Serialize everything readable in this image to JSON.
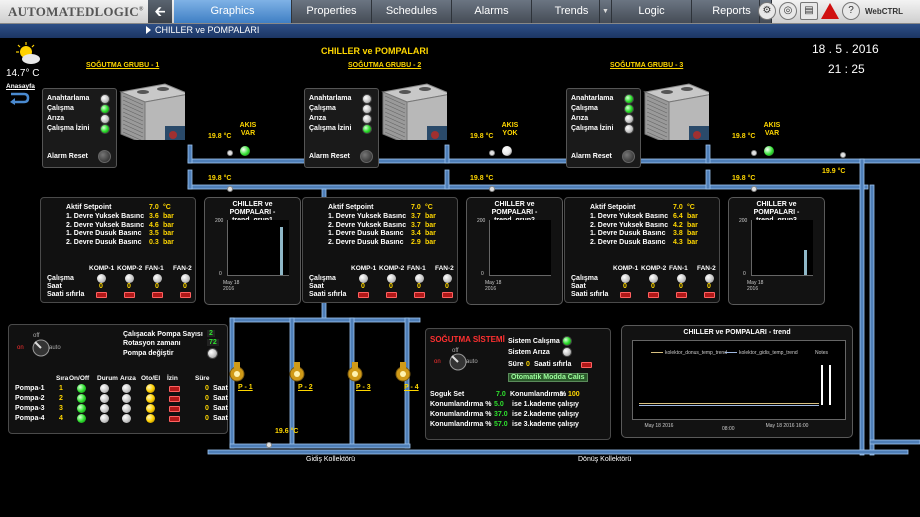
{
  "brand": "AUTOMATEDLOGIC",
  "nav": {
    "back_icon": "back-arrow-icon",
    "tabs": [
      {
        "label": "Graphics",
        "active": true,
        "dropdown": false
      },
      {
        "label": "Properties",
        "active": false,
        "dropdown": false
      },
      {
        "label": "Schedules",
        "active": false,
        "dropdown": false
      },
      {
        "label": "Alarms",
        "active": false,
        "dropdown": false
      },
      {
        "label": "Trends",
        "active": false,
        "dropdown": true
      },
      {
        "label": "Logic",
        "active": false,
        "dropdown": false
      },
      {
        "label": "Reports",
        "active": false,
        "dropdown": true
      }
    ],
    "tools": [
      "settings-gear-icon",
      "globe-icon",
      "print-icon",
      "alarm-warning-icon",
      "help-icon"
    ],
    "webctrl_label": "WebCTRL"
  },
  "breadcrumb": "CHILLER ve POMPALARI",
  "main_title": "CHILLER ve POMPALARI",
  "weather": {
    "temperature": "14.7° C",
    "home_link": "Anasayfa"
  },
  "date": "18 . 5 . 2016",
  "time": "21 : 25",
  "control_labels": {
    "on": "Anahtarlama",
    "run": "Çalışma",
    "fault": "Arıza",
    "permit": "Çalışma İzini",
    "reset": "Alarm Reset"
  },
  "groups": [
    {
      "title": "SOĞUTMA GRUBU - 1",
      "supply_temp": "19.8 °C",
      "return_temp": "19.8 °C",
      "flow_label": "AKIS VAR",
      "flow_status": "VAR",
      "flow_color": "#2ee02e",
      "leds": [
        "white",
        "green",
        "white",
        "green"
      ],
      "setpoint_label": "Aktif Setpoint",
      "setpoint_value": "7.0",
      "setpoint_unit": "°C",
      "rows": [
        {
          "label": "1. Devre Yuksek Basınc",
          "value": "3.6",
          "unit": "bar"
        },
        {
          "label": "2. Devre Yuksek Basınc",
          "value": "4.6",
          "unit": "bar"
        },
        {
          "label": "1. Devre Dusuk Basınc",
          "value": "3.5",
          "unit": "bar"
        },
        {
          "label": "2. Devre Dusuk Basınc",
          "value": "0.3",
          "unit": "bar"
        }
      ],
      "trend_title": "CHILLER ve POMPALARI - trend_grup1",
      "trend_level": 0.88
    },
    {
      "title": "SOĞUTMA GRUBU - 2",
      "supply_temp": "19.8 °C",
      "return_temp": "19.8 °C",
      "flow_label": "AKIS YOK",
      "flow_status": "YOK",
      "flow_color": "#e8e8e8",
      "leds": [
        "white",
        "white",
        "white",
        "green"
      ],
      "setpoint_label": "Aktif Setpoint",
      "setpoint_value": "7.0",
      "setpoint_unit": "°C",
      "rows": [
        {
          "label": "1. Devre Yuksek Basınc",
          "value": "3.7",
          "unit": "bar"
        },
        {
          "label": "2. Devre Yuksek Basınc",
          "value": "3.7",
          "unit": "bar"
        },
        {
          "label": "1. Devre Dusuk Basınc",
          "value": "3.4",
          "unit": "bar"
        },
        {
          "label": "2. Devre Dusuk Basınc",
          "value": "2.9",
          "unit": "bar"
        }
      ],
      "trend_title": "CHILLER ve POMPALARI - trend_grup2",
      "trend_level": 0.0
    },
    {
      "title": "SOĞUTMA GRUBU - 3",
      "supply_temp": "19.8 °C",
      "return_temp": "19.8 °C",
      "flow_label": "AKIS VAR",
      "flow_status": "VAR",
      "flow_color": "#2ee02e",
      "leds": [
        "green",
        "green",
        "white",
        "white"
      ],
      "setpoint_label": "Aktif Setpoint",
      "setpoint_value": "7.0",
      "setpoint_unit": "°C",
      "rows": [
        {
          "label": "1. Devre Yuksek Basınc",
          "value": "6.4",
          "unit": "bar"
        },
        {
          "label": "2. Devre Yuksek Basınc",
          "value": "4.2",
          "unit": "bar"
        },
        {
          "label": "1. Devre Dusuk Basınc",
          "value": "3.8",
          "unit": "bar"
        },
        {
          "label": "2. Devre Dusuk Basınc",
          "value": "4.3",
          "unit": "bar"
        }
      ],
      "trend_title": "CHILLER ve POMPALARI - trend_grup3",
      "trend_level": 0.45
    }
  ],
  "comp_headers": [
    "KOMP-1",
    "KOMP-2",
    "FAN-1",
    "FAN-2"
  ],
  "comp_rows": {
    "run": "Çalışma",
    "hours": "Saat",
    "reset": "Saati sıfırla"
  },
  "comp_hours": "0",
  "trend_axis": {
    "ymax": "200",
    "ymin": "0",
    "date": "May 18 2016"
  },
  "header_temp": "19.9 °C",
  "collector_temp": "19.6 °C",
  "pumps": [
    "P - 1",
    "P - 2",
    "P - 3",
    "P - 4"
  ],
  "pump_panel": {
    "switch": {
      "on": "on",
      "off": "off",
      "auto": "auto"
    },
    "active_count_label": "Çalışacak Pompa Sayısı",
    "active_count": "2",
    "rotation_label": "Rotasyon zamanı",
    "rotation_value": "72",
    "change_label": "Pompa değiştir",
    "headers": [
      "Sıra",
      "On/Off",
      "Durum",
      "Arıza",
      "Oto/El",
      "İzin",
      "Süre"
    ],
    "rows": [
      {
        "name": "Pompa-1",
        "seq": "1",
        "hours": "0",
        "unit": "Saat"
      },
      {
        "name": "Pompa-2",
        "seq": "2",
        "hours": "0",
        "unit": "Saat"
      },
      {
        "name": "Pompa-3",
        "seq": "3",
        "hours": "0",
        "unit": "Saat"
      },
      {
        "name": "Pompa-4",
        "seq": "4",
        "hours": "0",
        "unit": "Saat"
      }
    ]
  },
  "cooling_system": {
    "title": "SOĞUTMA SİSTEMİ",
    "run_label": "Sistem Calışma",
    "fault_label": "Sistem Arıza",
    "duration_label": "Süre",
    "duration_value": "0",
    "reset_label": "Saati sıfırla",
    "mode_label": "Otomatik Modda Calıs",
    "setpoint_label": "Soguk Set",
    "setpoint_value": "7.0",
    "position_label": "Konumlandırma",
    "position_value": "100",
    "rows": [
      {
        "label": "Konumlandırma %",
        "value": "5.0",
        "text": "ise 1.kademe çalışıy"
      },
      {
        "label": "Konumlandırma %",
        "value": "37.0",
        "text": "ise 2.kademe çalışıy"
      },
      {
        "label": "Konumlandırma %",
        "value": "57.0",
        "text": "ise 3.kademe çalışıy"
      }
    ]
  },
  "big_trend": {
    "title": "CHILLER ve POMPALARI - trend",
    "legend": [
      "kolektor_donus_temp_trend",
      "kolektor_gidis_temp_trend",
      "Notes"
    ],
    "ticks": [
      "May 18 2016",
      "08:00",
      "May 18 2016 16:00"
    ]
  },
  "collectors": {
    "supply": "Gidiş Kollektörü",
    "return": "Dönüş Kollektörü"
  }
}
